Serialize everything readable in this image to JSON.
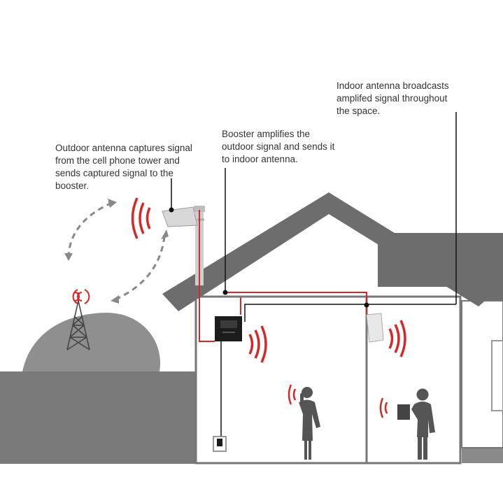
{
  "callouts": {
    "outdoor_antenna": {
      "lines": [
        "Outdoor antenna captures signal",
        "from the cell phone tower and",
        "sends captured signal to the",
        "booster."
      ]
    },
    "booster": {
      "lines": [
        "Booster amplifies the",
        "outdoor signal and sends it",
        "to indoor antenna."
      ]
    },
    "indoor_antenna": {
      "lines": [
        "Indoor antenna broadcasts",
        "amplifed signal throughout",
        "the space."
      ]
    }
  },
  "colors": {
    "cable_red": "#d62828",
    "signal_red": "#d62828",
    "roof_gray": "#6d6d6d",
    "hill_gray": "#8f8f8f",
    "ground_gray": "#7a7a7a",
    "wall_line": "#777777",
    "figure_gray": "#555555",
    "leader_black": "#111111"
  },
  "icons": [
    "cell-tower-icon",
    "outdoor-antenna-icon",
    "booster-unit-icon",
    "indoor-antenna-icon",
    "person-phone-icon",
    "person-tablet-icon",
    "signal-wave-icon"
  ]
}
